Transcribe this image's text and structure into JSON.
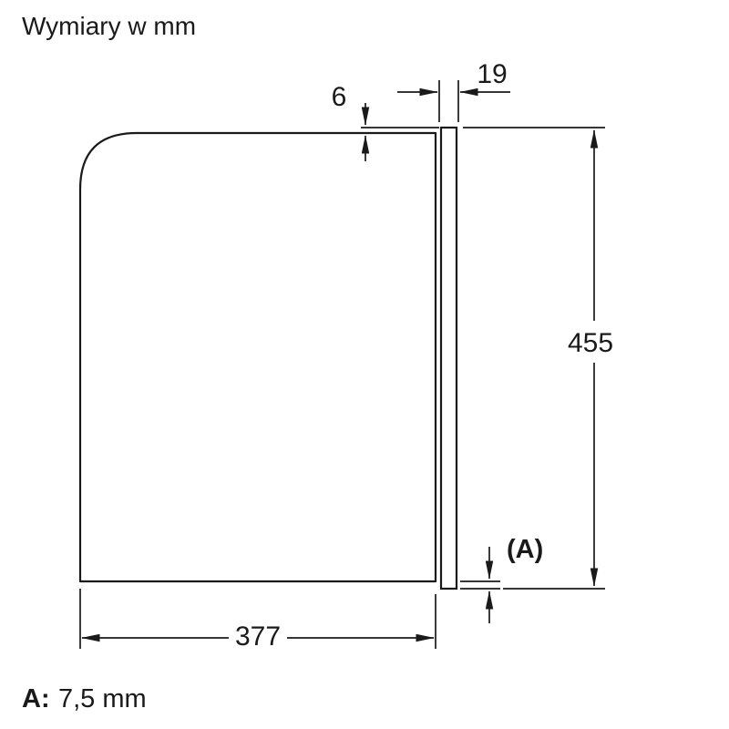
{
  "title": "Wymiary w mm",
  "dimensions": {
    "top_offset": "6",
    "door_thickness": "19",
    "height": "455",
    "depth": "377",
    "a_ref": "(A)"
  },
  "footnote": {
    "label": "A:",
    "value": "7,5 mm"
  },
  "colors": {
    "line": "#1a1a1a",
    "background": "#ffffff"
  }
}
